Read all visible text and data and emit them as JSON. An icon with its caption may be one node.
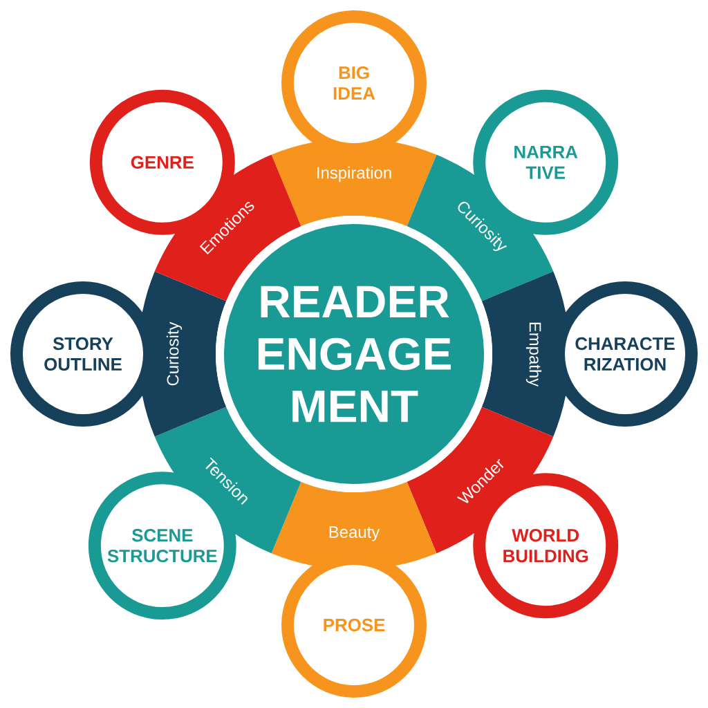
{
  "diagram": {
    "nodes": [
      {
        "text": [
          "READER ENGAGE MENT"
        ]
      },
      {
        "text": [
          "BIG IDEA"
        ]
      },
      {
        "text": [
          "NARRA TIVE"
        ]
      },
      {
        "text": [
          "CHARACTE RIZATION"
        ]
      },
      {
        "text": [
          "WORLD BUILDING"
        ]
      },
      {
        "text": [
          "PROSE"
        ]
      },
      {
        "text": [
          "SCENE STRUCTURE"
        ]
      },
      {
        "text": [
          "STORY OUTLINE"
        ]
      },
      {
        "text": [
          "GENRE"
        ]
      },
      {
        "text": [
          "Inspiration"
        ]
      },
      {
        "text": [
          "Curiosity"
        ]
      },
      {
        "text": [
          "Empathy"
        ]
      },
      {
        "text": [
          "Wonder"
        ]
      },
      {
        "text": [
          "Beauty"
        ]
      },
      {
        "text": [
          "Tension"
        ]
      },
      {
        "text": [
          "Curiosity"
        ]
      },
      {
        "text": [
          "Emotions"
        ]
      }
    ]
  }
}
